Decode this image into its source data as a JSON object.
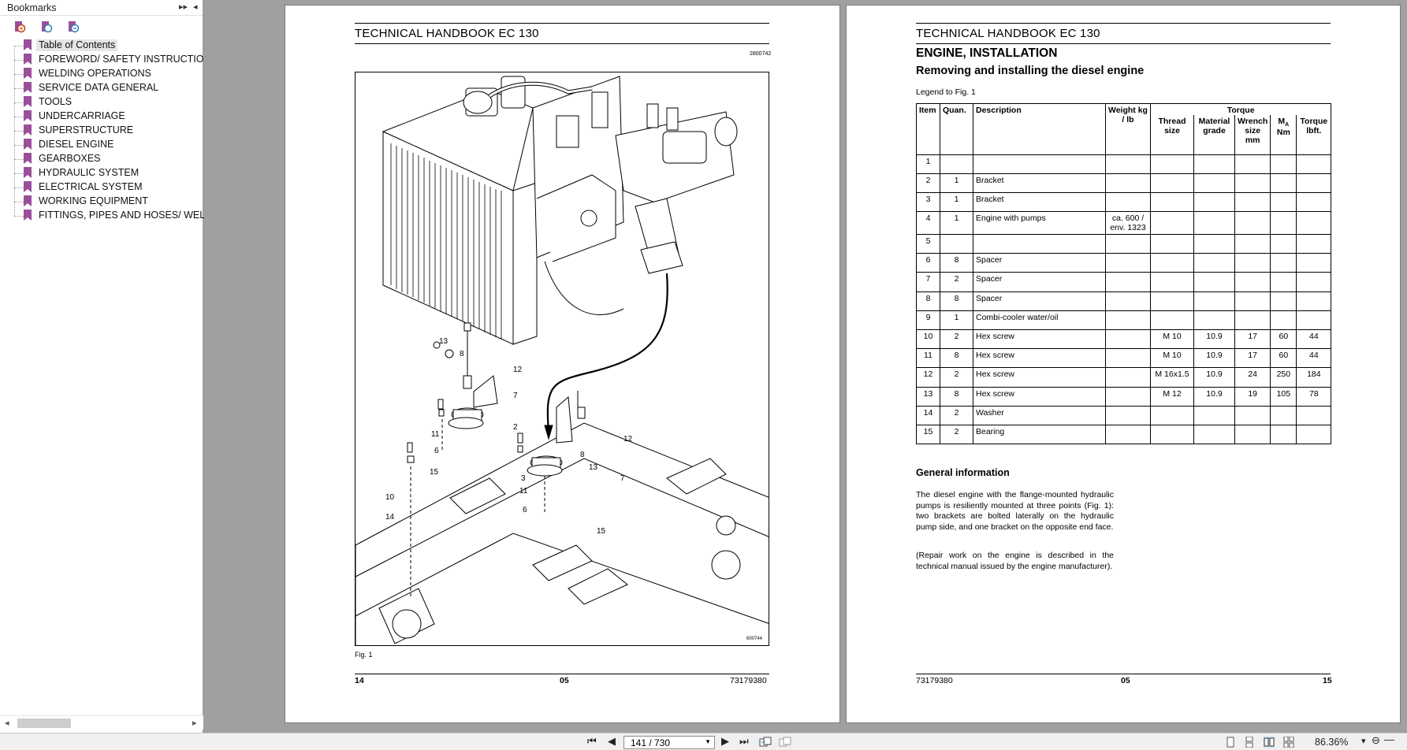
{
  "sidebar": {
    "title": "Bookmarks",
    "items": [
      {
        "label": "Table of Contents"
      },
      {
        "label": "FOREWORD/ SAFETY INSTRUCTIONS"
      },
      {
        "label": "WELDING OPERATIONS"
      },
      {
        "label": "SERVICE DATA GENERAL"
      },
      {
        "label": "TOOLS"
      },
      {
        "label": "UNDERCARRIAGE"
      },
      {
        "label": "SUPERSTRUCTURE"
      },
      {
        "label": "DIESEL ENGINE"
      },
      {
        "label": "GEARBOXES"
      },
      {
        "label": "HYDRAULIC SYSTEM"
      },
      {
        "label": "ELECTRICAL SYSTEM"
      },
      {
        "label": "WORKING EQUIPMENT"
      },
      {
        "label": "FITTINGS, PIPES AND HOSES/ WELDI"
      }
    ]
  },
  "left_page": {
    "header": "TECHNICAL HANDBOOK EC 130",
    "ref_top": "2800742",
    "fig_ref": "600744",
    "fig_caption": "Fig. 1",
    "callouts": [
      "13",
      "8",
      "12",
      "7",
      "2",
      "11",
      "6",
      "15",
      "12",
      "8",
      "13",
      "7",
      "3",
      "11",
      "6",
      "15",
      "10",
      "14"
    ],
    "footer_left": "14",
    "footer_center": "05",
    "footer_right": "73179380"
  },
  "right_page": {
    "header": "TECHNICAL HANDBOOK EC 130",
    "section_title": "ENGINE, INSTALLATION",
    "section_subtitle": "Removing and installing the diesel engine",
    "legend": "Legend to Fig. 1",
    "table": {
      "headers": {
        "item": "Item",
        "quan": "Quan.",
        "description": "Description",
        "weight": "Weight kg / lb",
        "torque": "Torque",
        "thread": "Thread size",
        "material": "Material grade",
        "wrench": "Wrench size mm",
        "ma": "M",
        "ma_sub": "A",
        "ma_unit": "Nm",
        "torque_lbft": "Torque lbft."
      },
      "rows": [
        [
          "1",
          "",
          "",
          "",
          "",
          "",
          "",
          "",
          ""
        ],
        [
          "2",
          "1",
          "Bracket",
          "",
          "",
          "",
          "",
          "",
          ""
        ],
        [
          "3",
          "1",
          "Bracket",
          "",
          "",
          "",
          "",
          "",
          ""
        ],
        [
          "4",
          "1",
          "Engine with pumps",
          "ca. 600 / env. 1323",
          "",
          "",
          "",
          "",
          ""
        ],
        [
          "5",
          "",
          "",
          "",
          "",
          "",
          "",
          "",
          ""
        ],
        [
          "6",
          "8",
          "Spacer",
          "",
          "",
          "",
          "",
          "",
          ""
        ],
        [
          "7",
          "2",
          "Spacer",
          "",
          "",
          "",
          "",
          "",
          ""
        ],
        [
          "8",
          "8",
          "Spacer",
          "",
          "",
          "",
          "",
          "",
          ""
        ],
        [
          "9",
          "1",
          "Combi-cooler water/oil",
          "",
          "",
          "",
          "",
          "",
          ""
        ],
        [
          "10",
          "2",
          "Hex screw",
          "",
          "M 10",
          "10.9",
          "17",
          "60",
          "44"
        ],
        [
          "11",
          "8",
          "Hex screw",
          "",
          "M 10",
          "10.9",
          "17",
          "60",
          "44"
        ],
        [
          "12",
          "2",
          "Hex screw",
          "",
          "M 16x1.5",
          "10.9",
          "24",
          "250",
          "184"
        ],
        [
          "13",
          "8",
          "Hex screw",
          "",
          "M 12",
          "10.9",
          "19",
          "105",
          "78"
        ],
        [
          "14",
          "2",
          "Washer",
          "",
          "",
          "",
          "",
          "",
          ""
        ],
        [
          "15",
          "2",
          "Bearing",
          "",
          "",
          "",
          "",
          "",
          ""
        ]
      ]
    },
    "general_title": "General information",
    "general_p1": "The diesel engine with the flange-mounted hydraulic pumps is resiliently mounted at three points (Fig. 1): two brackets are bolted laterally on the hydraulic pump side, and one bracket on the opposite end face.",
    "general_p2": "(Repair work on the engine is described in the technical manual issued by the engine manufacturer).",
    "footer_left": "73179380",
    "footer_center": "05",
    "footer_right": "15"
  },
  "statusbar": {
    "page_display": "141 / 730",
    "zoom": "86.36%"
  },
  "colors": {
    "bookmark": "#9a4f9a",
    "viewer_bg": "#a0a0a0"
  }
}
